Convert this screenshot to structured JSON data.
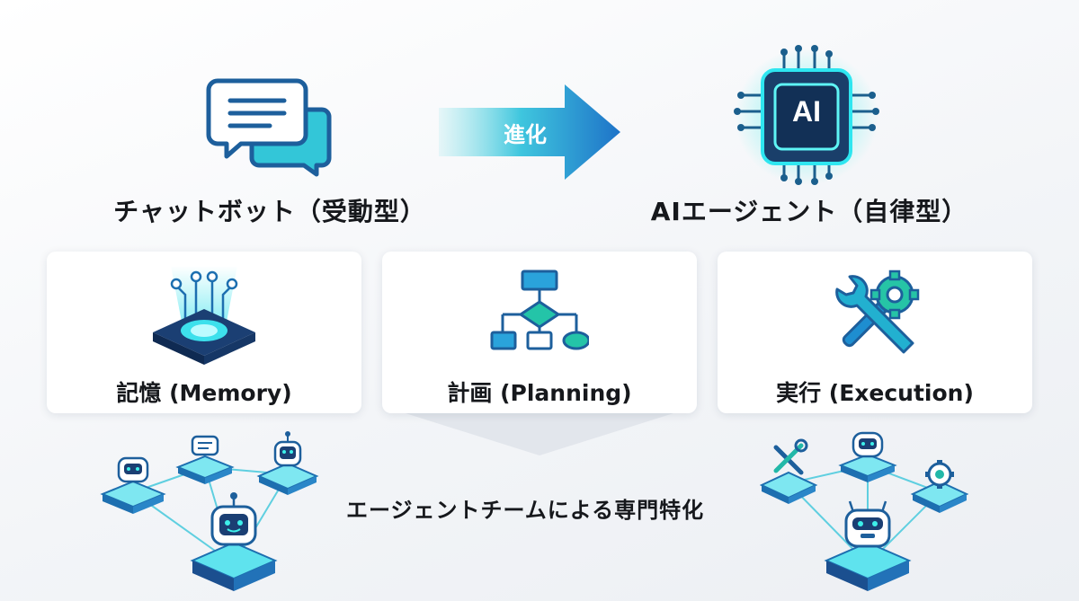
{
  "top": {
    "left_title": "チャットボット（受動型）",
    "arrow_label": "進化",
    "right_title": "AIエージェント（自律型）",
    "chip_text": "AI"
  },
  "cards": [
    {
      "label": "記憶 (Memory)",
      "icon": "memory-chip-icon"
    },
    {
      "label": "計画 (Planning)",
      "icon": "flowchart-icon"
    },
    {
      "label": "実行 (Execution)",
      "icon": "wrench-gear-icon"
    }
  ],
  "team": {
    "label": "エージェントチームによる専門特化"
  },
  "colors": {
    "accent": "#1e9fd8",
    "accent_dark": "#1f5f9e",
    "cyan": "#34d6e6",
    "teal": "#22b8a8",
    "text": "#16181c"
  }
}
